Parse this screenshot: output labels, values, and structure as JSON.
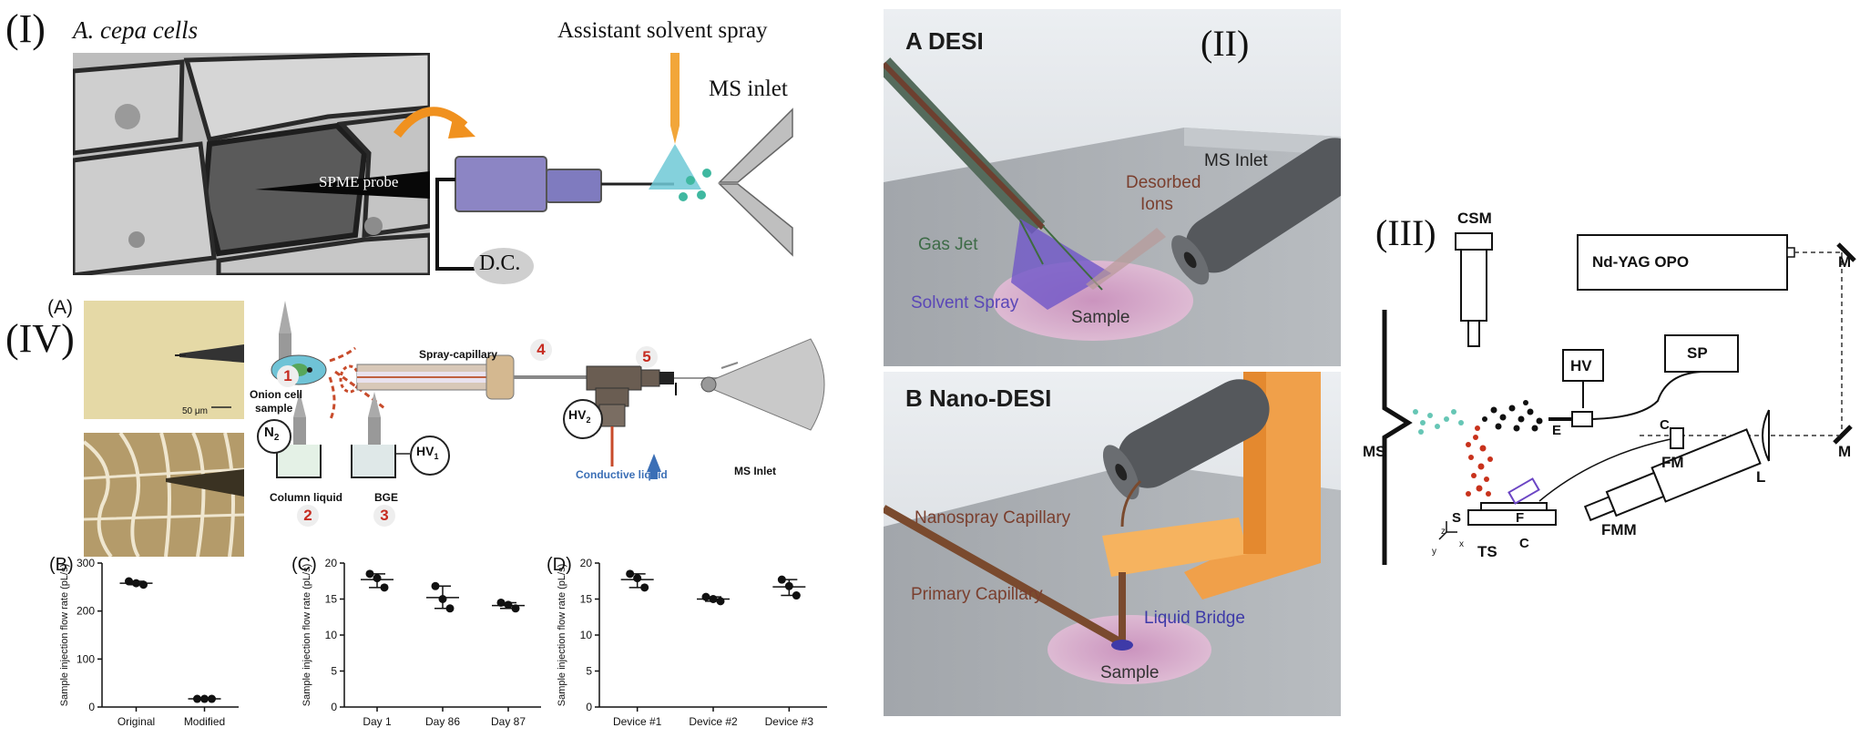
{
  "panel1": {
    "roman": "(I)",
    "cells_title": "A. cepa cells",
    "probe_label": "SPME probe",
    "spray_title": "Assistant solvent spray",
    "ms_inlet": "MS inlet",
    "dc": "D.C."
  },
  "panel2": {
    "roman": "(II)",
    "a_title": "A  DESI",
    "gas_jet": "Gas Jet",
    "solvent_spray": "Solvent Spray",
    "sample": "Sample",
    "desorbed": "Desorbed",
    "ions": "Ions",
    "ms_inlet": "MS Inlet",
    "b_title": "B  Nano-DESI",
    "nanospray": "Nanospray Capillary",
    "primary": "Primary Capillary",
    "liquid_bridge": "Liquid Bridge",
    "sample_b": "Sample"
  },
  "panel3": {
    "roman": "(III)",
    "csm": "CSM",
    "laser": "Nd-YAG OPO",
    "m1": "M",
    "m2": "M",
    "hv": "HV",
    "sp": "SP",
    "ms": "MS",
    "e": "E",
    "c1": "C",
    "fm": "FM",
    "l": "L",
    "f": "F",
    "s": "S",
    "c2": "C",
    "fmm": "FMM",
    "ts": "TS",
    "axis_z": "z",
    "axis_x": "x",
    "axis_y": "y"
  },
  "panel4": {
    "roman": "(IV)",
    "a_label": "(A)",
    "scale": "50 μm",
    "spray_capillary": "Spray-capillary",
    "onion_cell": "Onion cell",
    "sample": "sample",
    "n2": "N",
    "n2_sub": "2",
    "column_liquid": "Column liquid",
    "bge": "BGE",
    "hv1": "HV",
    "hv1_sub": "1",
    "hv2": "HV",
    "hv2_sub": "2",
    "conductive": "Conductive liquid",
    "ms_inlet": "MS Inlet",
    "steps": [
      "1",
      "2",
      "3",
      "4",
      "5"
    ]
  },
  "chart_data": [
    {
      "type": "scatter",
      "panel": "(B)",
      "categories": [
        "Original",
        "Modified"
      ],
      "points": [
        [
          262,
          258,
          255
        ],
        [
          17,
          17,
          17
        ]
      ],
      "means": [
        258,
        17
      ],
      "ylabel": "Sample injection flow rate (pL/s)",
      "ylim": [
        0,
        300
      ],
      "yticks": [
        "0",
        "100",
        "200",
        "300"
      ]
    },
    {
      "type": "scatter",
      "panel": "(C)",
      "categories": [
        "Day 1",
        "Day 86",
        "Day 87"
      ],
      "points": [
        [
          18.5,
          17.9,
          16.6
        ],
        [
          16.8,
          15.0,
          13.7
        ],
        [
          14.5,
          14.2,
          13.7
        ]
      ],
      "means": [
        17.7,
        15.2,
        14.1
      ],
      "ylabel": "Sample injection flow rate (pL/s)",
      "ylim": [
        0,
        20
      ],
      "yticks": [
        "0",
        "5",
        "10",
        "15",
        "20"
      ]
    },
    {
      "type": "scatter",
      "panel": "(D)",
      "categories": [
        "Device #1",
        "Device #2",
        "Device #3"
      ],
      "points": [
        [
          18.5,
          17.9,
          16.6
        ],
        [
          15.3,
          15.0,
          14.7
        ],
        [
          17.7,
          16.8,
          15.5
        ]
      ],
      "means": [
        17.7,
        15.0,
        16.7
      ],
      "ylabel": "Sample injection flow rate (pL/s)",
      "ylim": [
        0,
        20
      ],
      "yticks": [
        "0",
        "5",
        "10",
        "15",
        "20"
      ]
    }
  ]
}
